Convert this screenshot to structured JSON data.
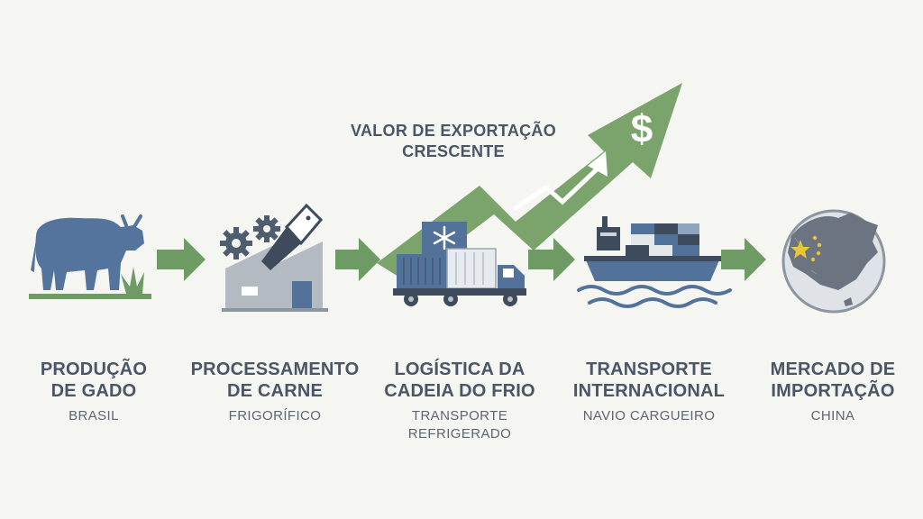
{
  "value_label": {
    "line1": "VALOR DE EXPORTAÇÃO",
    "line2": "CRESCENTE"
  },
  "currency_symbol": "$",
  "stages": [
    {
      "title1": "PRODUÇÃO",
      "title2": "DE GADO",
      "sub1": "BRASIL",
      "sub2": "",
      "icon": "cow-icon"
    },
    {
      "title1": "PROCESSAMENTO",
      "title2": "DE CARNE",
      "sub1": "FRIGORÍFICO",
      "sub2": "",
      "icon": "factory-icon"
    },
    {
      "title1": "LOGÍSTICA DA",
      "title2": "CADEIA DO FRIO",
      "sub1": "TRANSPORTE",
      "sub2": "REFRIGERADO",
      "icon": "refrigerated-truck-icon"
    },
    {
      "title1": "TRANSPORTE",
      "title2": "INTERNACIONAL",
      "sub1": "NAVIO CARGUEIRO",
      "sub2": "",
      "icon": "cargo-ship-icon"
    },
    {
      "title1": "MERCADO DE",
      "title2": "IMPORTAÇÃO",
      "sub1": "CHINA",
      "sub2": "",
      "icon": "globe-china-icon"
    }
  ],
  "colors": {
    "green": "#6e9a63",
    "green_dark": "#5c8a55",
    "blue": "#52729a",
    "navy": "#3a4b62",
    "gray": "#9aa3ad",
    "text": "#4a5566"
  }
}
